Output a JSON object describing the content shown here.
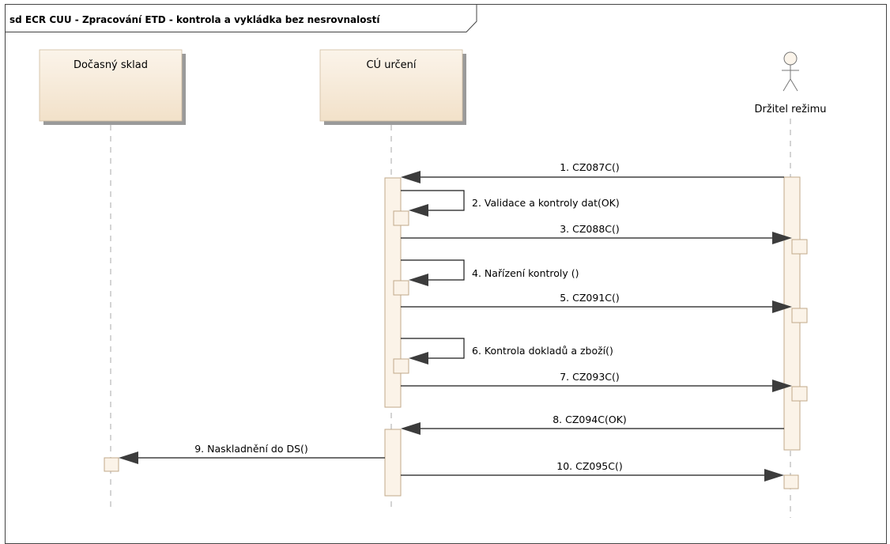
{
  "frame": {
    "title": "sd ECR CUU - Zpracování ETD - kontrola a vykládka bez nesrovnalostí"
  },
  "lifelines": {
    "docasny_sklad": {
      "name": "Dočasný sklad"
    },
    "cu_urceni": {
      "name": "CÚ určení"
    },
    "drzitel_rezimu": {
      "name": "Držitel režimu",
      "icon": "actor-stick-figure-icon"
    }
  },
  "messages": [
    {
      "label": "1. CZ087C()",
      "kind": "message",
      "from": "Držitel režimu",
      "to": "CÚ určení"
    },
    {
      "label": "2. Validace a kontroly dat(OK)",
      "kind": "self",
      "from": "CÚ určení",
      "to": "CÚ určení"
    },
    {
      "label": "3. CZ088C()",
      "kind": "message",
      "from": "CÚ určení",
      "to": "Držitel režimu"
    },
    {
      "label": "4. Nařízení kontroly ()",
      "kind": "self",
      "from": "CÚ určení",
      "to": "CÚ určení"
    },
    {
      "label": "5. CZ091C()",
      "kind": "message",
      "from": "CÚ určení",
      "to": "Držitel režimu"
    },
    {
      "label": "6. Kontrola dokladů a zboží()",
      "kind": "self",
      "from": "CÚ určení",
      "to": "CÚ určení"
    },
    {
      "label": "7. CZ093C()",
      "kind": "message",
      "from": "CÚ určení",
      "to": "Držitel režimu"
    },
    {
      "label": "8. CZ094C(OK)",
      "kind": "message",
      "from": "Držitel režimu",
      "to": "CÚ určení"
    },
    {
      "label": "9. Naskladnění do DS()",
      "kind": "message",
      "from": "CÚ určení",
      "to": "Dočasný sklad"
    },
    {
      "label": "10. CZ095C()",
      "kind": "message",
      "from": "CÚ určení",
      "to": "Držitel režimu"
    }
  ],
  "colors": {
    "lifeline_fill": "#f6ead7",
    "lifeline_shadow": "#9a9a9a",
    "activation_fill": "#fbf3e8",
    "activation_stroke": "#c0a98a",
    "message_line": "#1a1a1a",
    "arrow_head": "#3c3c3c",
    "dash": "#a8a8a8"
  }
}
